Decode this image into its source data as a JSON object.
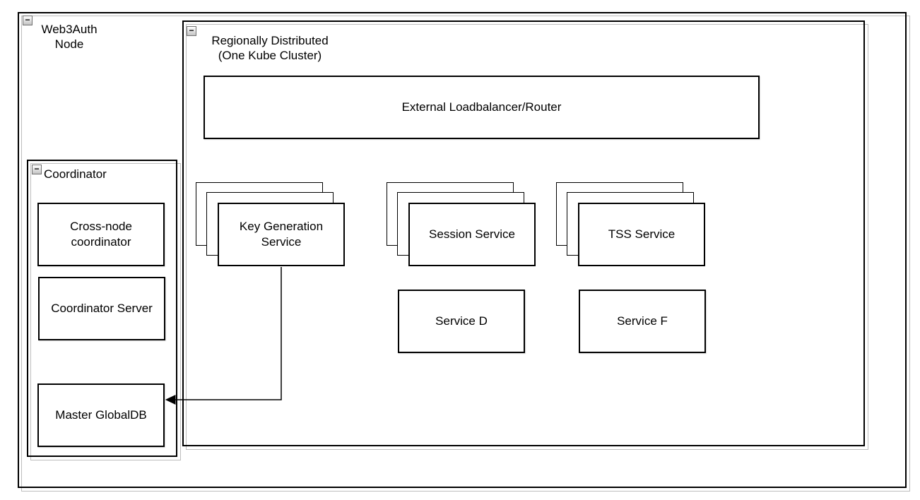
{
  "groups": {
    "web3auth": {
      "line1": "Web3Auth",
      "line2": "Node",
      "collapse_glyph": "−"
    },
    "region": {
      "line1": "Regionally Distributed",
      "line2": "(One Kube Cluster)",
      "collapse_glyph": "−"
    },
    "coordinator": {
      "label": "Coordinator",
      "collapse_glyph": "−"
    }
  },
  "nodes": {
    "loadbalancer": "External Loadbalancer/Router",
    "key_generation": {
      "line1": "Key Generation",
      "line2": "Service"
    },
    "session": "Session Service",
    "tss": "TSS Service",
    "service_d": "Service D",
    "service_f": "Service F",
    "cross_node": {
      "line1": "Cross-node",
      "line2": "coordinator"
    },
    "coordinator_server": "Coordinator Server",
    "master_globaldb": "Master GlobalDB"
  },
  "connections": [
    {
      "from": "Key Generation Service",
      "to": "Master GlobalDB",
      "style": "orthogonal-arrow"
    }
  ],
  "colors": {
    "stroke": "#000000",
    "fill": "#ffffff",
    "shadow": "#bdbdbd"
  }
}
